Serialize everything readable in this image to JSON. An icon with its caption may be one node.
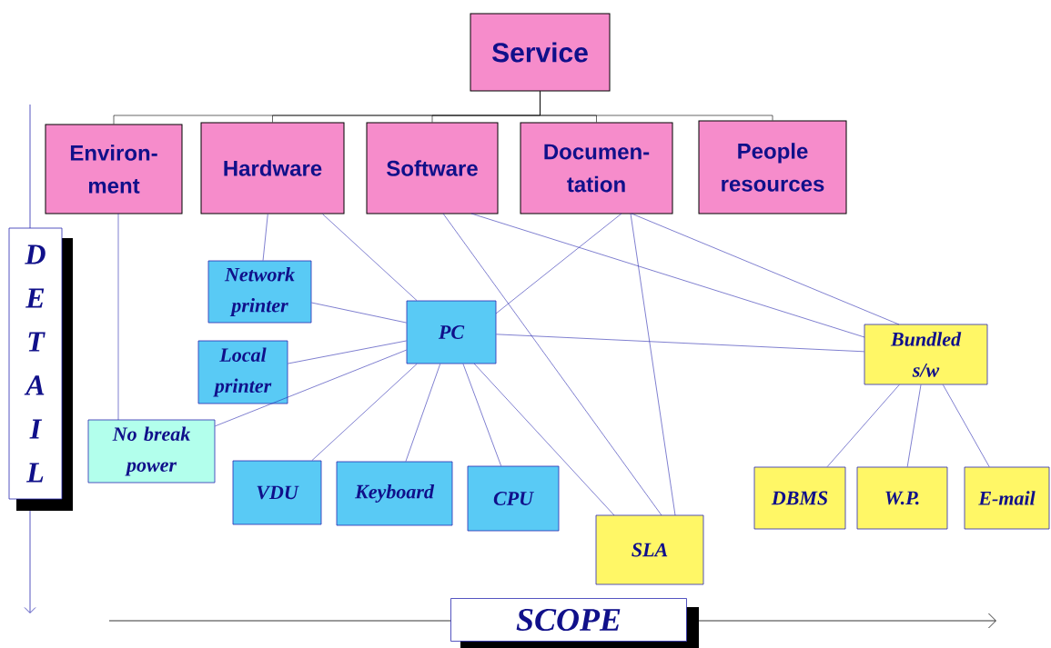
{
  "diagram": {
    "nodes": [
      {
        "text": [
          "Service"
        ]
      },
      {
        "text": [
          "Environ-ment"
        ]
      },
      {
        "text": [
          "Hardware"
        ]
      },
      {
        "text": [
          "Software"
        ]
      },
      {
        "text": [
          "Documen-tation"
        ]
      },
      {
        "text": [
          "People resources"
        ]
      },
      {
        "text": [
          "Network printer"
        ]
      },
      {
        "text": [
          "PC"
        ]
      },
      {
        "text": [
          "Local printer"
        ]
      },
      {
        "text": [
          "Bundled s/w"
        ]
      },
      {
        "text": [
          "No break power"
        ]
      },
      {
        "text": [
          "VDU"
        ]
      },
      {
        "text": [
          "Keyboard"
        ]
      },
      {
        "text": [
          "CPU"
        ]
      },
      {
        "text": [
          "SLA"
        ]
      },
      {
        "text": [
          "DBMS"
        ]
      },
      {
        "text": [
          "W.P."
        ]
      },
      {
        "text": [
          "E-mail"
        ]
      }
    ],
    "edges": [
      {
        "from": 0,
        "to": 1,
        "arrow": "none",
        "color": "#000000"
      },
      {
        "from": 0,
        "to": 2,
        "arrow": "none",
        "color": "#000000"
      },
      {
        "from": 0,
        "to": 3,
        "arrow": "none",
        "color": "#000000"
      },
      {
        "from": 0,
        "to": 4,
        "arrow": "none",
        "color": "#000000"
      },
      {
        "from": 0,
        "to": 5,
        "arrow": "none",
        "color": "#000000"
      },
      {
        "from": 1,
        "to": 10,
        "arrow": "none"
      },
      {
        "from": 2,
        "to": 6,
        "arrow": "none"
      },
      {
        "from": 2,
        "to": 7,
        "arrow": "none"
      },
      {
        "from": 3,
        "to": 14,
        "arrow": "none"
      },
      {
        "from": 3,
        "to": 9,
        "arrow": "none"
      },
      {
        "from": 4,
        "to": 7,
        "arrow": "none"
      },
      {
        "from": 4,
        "to": 14,
        "arrow": "none"
      },
      {
        "from": 4,
        "to": 9,
        "arrow": "none"
      },
      {
        "from": 6,
        "to": 7,
        "arrow": "none"
      },
      {
        "from": 8,
        "to": 7,
        "arrow": "none"
      },
      {
        "from": 7,
        "to": 9,
        "arrow": "none"
      },
      {
        "from": 7,
        "to": 10,
        "arrow": "none"
      },
      {
        "from": 7,
        "to": 11,
        "arrow": "none"
      },
      {
        "from": 7,
        "to": 12,
        "arrow": "none"
      },
      {
        "from": 7,
        "to": 13,
        "arrow": "none"
      },
      {
        "from": 7,
        "to": 14,
        "arrow": "none"
      },
      {
        "from": 9,
        "to": 15,
        "arrow": "none"
      },
      {
        "from": 9,
        "to": 16,
        "arrow": "none"
      },
      {
        "from": 9,
        "to": 17,
        "arrow": "none"
      }
    ],
    "labels": [
      "DETAIL",
      "SCOPE"
    ]
  }
}
